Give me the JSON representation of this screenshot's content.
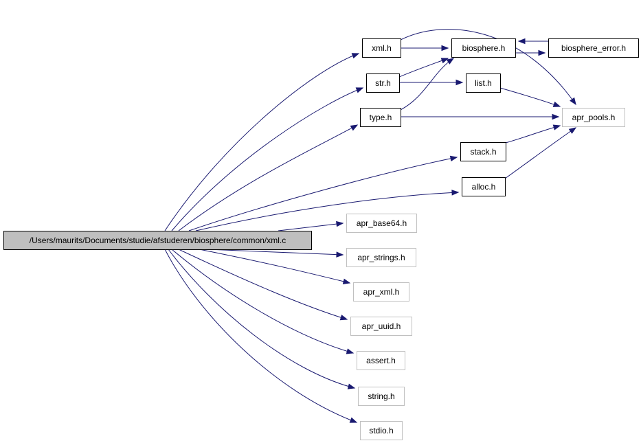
{
  "graph": {
    "nodes": [
      {
        "id": "root",
        "label": "/Users/maurits/Documents/studie/afstuderen/biosphere/common/xml.c",
        "kind": "root"
      },
      {
        "id": "xml_h",
        "label": "xml.h",
        "kind": "doc"
      },
      {
        "id": "biosphere_h",
        "label": "biosphere.h",
        "kind": "doc"
      },
      {
        "id": "biosphere_error_h",
        "label": "biosphere_error.h",
        "kind": "doc"
      },
      {
        "id": "str_h",
        "label": "str.h",
        "kind": "doc"
      },
      {
        "id": "list_h",
        "label": "list.h",
        "kind": "doc"
      },
      {
        "id": "type_h",
        "label": "type.h",
        "kind": "doc"
      },
      {
        "id": "apr_pools_h",
        "label": "apr_pools.h",
        "kind": "ext"
      },
      {
        "id": "stack_h",
        "label": "stack.h",
        "kind": "doc"
      },
      {
        "id": "alloc_h",
        "label": "alloc.h",
        "kind": "doc"
      },
      {
        "id": "apr_base64_h",
        "label": "apr_base64.h",
        "kind": "ext"
      },
      {
        "id": "apr_strings_h",
        "label": "apr_strings.h",
        "kind": "ext"
      },
      {
        "id": "apr_xml_h",
        "label": "apr_xml.h",
        "kind": "ext"
      },
      {
        "id": "apr_uuid_h",
        "label": "apr_uuid.h",
        "kind": "ext"
      },
      {
        "id": "assert_h",
        "label": "assert.h",
        "kind": "ext"
      },
      {
        "id": "string_h",
        "label": "string.h",
        "kind": "ext"
      },
      {
        "id": "stdio_h",
        "label": "stdio.h",
        "kind": "ext"
      }
    ],
    "edges": [
      {
        "from": "root",
        "to": "xml_h"
      },
      {
        "from": "root",
        "to": "str_h"
      },
      {
        "from": "root",
        "to": "type_h"
      },
      {
        "from": "root",
        "to": "stack_h"
      },
      {
        "from": "root",
        "to": "alloc_h"
      },
      {
        "from": "root",
        "to": "apr_base64_h"
      },
      {
        "from": "root",
        "to": "apr_strings_h"
      },
      {
        "from": "root",
        "to": "apr_xml_h"
      },
      {
        "from": "root",
        "to": "apr_uuid_h"
      },
      {
        "from": "root",
        "to": "assert_h"
      },
      {
        "from": "root",
        "to": "string_h"
      },
      {
        "from": "root",
        "to": "stdio_h"
      },
      {
        "from": "xml_h",
        "to": "biosphere_h"
      },
      {
        "from": "xml_h",
        "to": "apr_pools_h"
      },
      {
        "from": "biosphere_h",
        "to": "biosphere_error_h"
      },
      {
        "from": "biosphere_error_h",
        "to": "biosphere_h"
      },
      {
        "from": "str_h",
        "to": "biosphere_h"
      },
      {
        "from": "str_h",
        "to": "list_h"
      },
      {
        "from": "list_h",
        "to": "apr_pools_h"
      },
      {
        "from": "type_h",
        "to": "biosphere_h"
      },
      {
        "from": "type_h",
        "to": "apr_pools_h"
      },
      {
        "from": "stack_h",
        "to": "apr_pools_h"
      },
      {
        "from": "alloc_h",
        "to": "apr_pools_h"
      }
    ]
  },
  "colors": {
    "edge": "#191970",
    "root_fill": "#bfbfbf",
    "documented_border": "#000000",
    "external_border": "#c0c0c0"
  }
}
